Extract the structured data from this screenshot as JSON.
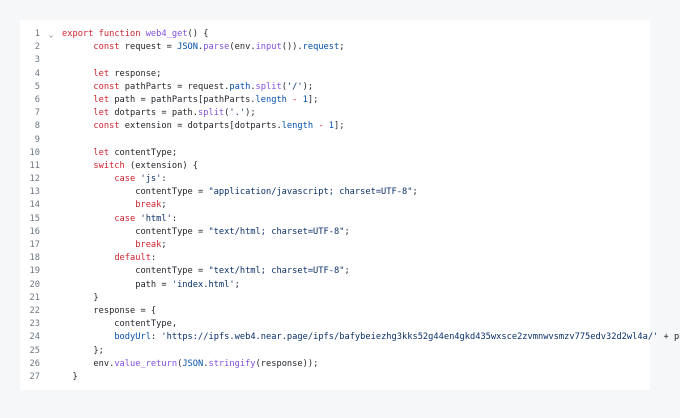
{
  "code": {
    "fold_glyph": "⌄",
    "lines": [
      {
        "n": "1",
        "tokens": [
          {
            "t": "export ",
            "c": "kw"
          },
          {
            "t": "function ",
            "c": "kw"
          },
          {
            "t": "web4_get",
            "c": "fn"
          },
          {
            "t": "() {",
            "c": "tok"
          }
        ]
      },
      {
        "n": "2",
        "tokens": [
          {
            "t": "      ",
            "c": "tok"
          },
          {
            "t": "const ",
            "c": "kw"
          },
          {
            "t": "request = ",
            "c": "tok"
          },
          {
            "t": "JSON",
            "c": "prop"
          },
          {
            "t": ".",
            "c": "tok"
          },
          {
            "t": "parse",
            "c": "fn"
          },
          {
            "t": "(env.",
            "c": "tok"
          },
          {
            "t": "input",
            "c": "fn"
          },
          {
            "t": "()).",
            "c": "tok"
          },
          {
            "t": "request",
            "c": "prop"
          },
          {
            "t": ";",
            "c": "tok"
          }
        ]
      },
      {
        "n": "3",
        "tokens": []
      },
      {
        "n": "4",
        "tokens": [
          {
            "t": "      ",
            "c": "tok"
          },
          {
            "t": "let ",
            "c": "kw"
          },
          {
            "t": "response;",
            "c": "tok"
          }
        ]
      },
      {
        "n": "5",
        "tokens": [
          {
            "t": "      ",
            "c": "tok"
          },
          {
            "t": "const ",
            "c": "kw"
          },
          {
            "t": "pathParts = request.",
            "c": "tok"
          },
          {
            "t": "path",
            "c": "prop"
          },
          {
            "t": ".",
            "c": "tok"
          },
          {
            "t": "split",
            "c": "fn"
          },
          {
            "t": "(",
            "c": "tok"
          },
          {
            "t": "'/'",
            "c": "str"
          },
          {
            "t": ");",
            "c": "tok"
          }
        ]
      },
      {
        "n": "6",
        "tokens": [
          {
            "t": "      ",
            "c": "tok"
          },
          {
            "t": "let ",
            "c": "kw"
          },
          {
            "t": "path = pathParts[pathParts.",
            "c": "tok"
          },
          {
            "t": "length",
            "c": "prop"
          },
          {
            "t": " - ",
            "c": "kw"
          },
          {
            "t": "1",
            "c": "num"
          },
          {
            "t": "];",
            "c": "tok"
          }
        ]
      },
      {
        "n": "7",
        "tokens": [
          {
            "t": "      ",
            "c": "tok"
          },
          {
            "t": "let ",
            "c": "kw"
          },
          {
            "t": "dotparts = path.",
            "c": "tok"
          },
          {
            "t": "split",
            "c": "fn"
          },
          {
            "t": "(",
            "c": "tok"
          },
          {
            "t": "'.'",
            "c": "str"
          },
          {
            "t": ");",
            "c": "tok"
          }
        ]
      },
      {
        "n": "8",
        "tokens": [
          {
            "t": "      ",
            "c": "tok"
          },
          {
            "t": "const ",
            "c": "kw"
          },
          {
            "t": "extension = dotparts[dotparts.",
            "c": "tok"
          },
          {
            "t": "length",
            "c": "prop"
          },
          {
            "t": " - ",
            "c": "kw"
          },
          {
            "t": "1",
            "c": "num"
          },
          {
            "t": "];",
            "c": "tok"
          }
        ]
      },
      {
        "n": "9",
        "tokens": []
      },
      {
        "n": "10",
        "tokens": [
          {
            "t": "      ",
            "c": "tok"
          },
          {
            "t": "let ",
            "c": "kw"
          },
          {
            "t": "contentType;",
            "c": "tok"
          }
        ]
      },
      {
        "n": "11",
        "tokens": [
          {
            "t": "      ",
            "c": "tok"
          },
          {
            "t": "switch ",
            "c": "kw"
          },
          {
            "t": "(extension) {",
            "c": "tok"
          }
        ]
      },
      {
        "n": "12",
        "tokens": [
          {
            "t": "          ",
            "c": "tok"
          },
          {
            "t": "case ",
            "c": "kw"
          },
          {
            "t": "'js'",
            "c": "str"
          },
          {
            "t": ":",
            "c": "tok"
          }
        ]
      },
      {
        "n": "13",
        "tokens": [
          {
            "t": "              contentType = ",
            "c": "tok"
          },
          {
            "t": "\"application/javascript; charset=UTF-8\"",
            "c": "str"
          },
          {
            "t": ";",
            "c": "tok"
          }
        ]
      },
      {
        "n": "14",
        "tokens": [
          {
            "t": "              ",
            "c": "tok"
          },
          {
            "t": "break",
            "c": "kw"
          },
          {
            "t": ";",
            "c": "tok"
          }
        ]
      },
      {
        "n": "15",
        "tokens": [
          {
            "t": "          ",
            "c": "tok"
          },
          {
            "t": "case ",
            "c": "kw"
          },
          {
            "t": "'html'",
            "c": "str"
          },
          {
            "t": ":",
            "c": "tok"
          }
        ]
      },
      {
        "n": "16",
        "tokens": [
          {
            "t": "              contentType = ",
            "c": "tok"
          },
          {
            "t": "\"text/html; charset=UTF-8\"",
            "c": "str"
          },
          {
            "t": ";",
            "c": "tok"
          }
        ]
      },
      {
        "n": "17",
        "tokens": [
          {
            "t": "              ",
            "c": "tok"
          },
          {
            "t": "break",
            "c": "kw"
          },
          {
            "t": ";",
            "c": "tok"
          }
        ]
      },
      {
        "n": "18",
        "tokens": [
          {
            "t": "          ",
            "c": "tok"
          },
          {
            "t": "default",
            "c": "kw"
          },
          {
            "t": ":",
            "c": "tok"
          }
        ]
      },
      {
        "n": "19",
        "tokens": [
          {
            "t": "              contentType = ",
            "c": "tok"
          },
          {
            "t": "\"text/html; charset=UTF-8\"",
            "c": "str"
          },
          {
            "t": ";",
            "c": "tok"
          }
        ]
      },
      {
        "n": "20",
        "tokens": [
          {
            "t": "              path = ",
            "c": "tok"
          },
          {
            "t": "'index.html'",
            "c": "str"
          },
          {
            "t": ";",
            "c": "tok"
          }
        ]
      },
      {
        "n": "21",
        "tokens": [
          {
            "t": "      }",
            "c": "tok"
          }
        ]
      },
      {
        "n": "22",
        "tokens": [
          {
            "t": "      response = {",
            "c": "tok"
          }
        ]
      },
      {
        "n": "23",
        "tokens": [
          {
            "t": "          contentType,",
            "c": "tok"
          }
        ]
      },
      {
        "n": "24",
        "tokens": [
          {
            "t": "          ",
            "c": "tok"
          },
          {
            "t": "bodyUrl",
            "c": "prop"
          },
          {
            "t": ": ",
            "c": "tok"
          },
          {
            "t": "'https://ipfs.web4.near.page/ipfs/bafybeiezhg3kks52g44en4gkd435wxsce2zvmnwvsmzv775edv32d2wl4a/'",
            "c": "str"
          },
          {
            "t": " + path",
            "c": "tok"
          }
        ]
      },
      {
        "n": "25",
        "tokens": [
          {
            "t": "      };",
            "c": "tok"
          }
        ]
      },
      {
        "n": "26",
        "tokens": [
          {
            "t": "      env.",
            "c": "tok"
          },
          {
            "t": "value_return",
            "c": "fn"
          },
          {
            "t": "(",
            "c": "tok"
          },
          {
            "t": "JSON",
            "c": "prop"
          },
          {
            "t": ".",
            "c": "tok"
          },
          {
            "t": "stringify",
            "c": "fn"
          },
          {
            "t": "(response));",
            "c": "tok"
          }
        ]
      },
      {
        "n": "27",
        "tokens": [
          {
            "t": "  }",
            "c": "tok"
          }
        ]
      }
    ]
  }
}
